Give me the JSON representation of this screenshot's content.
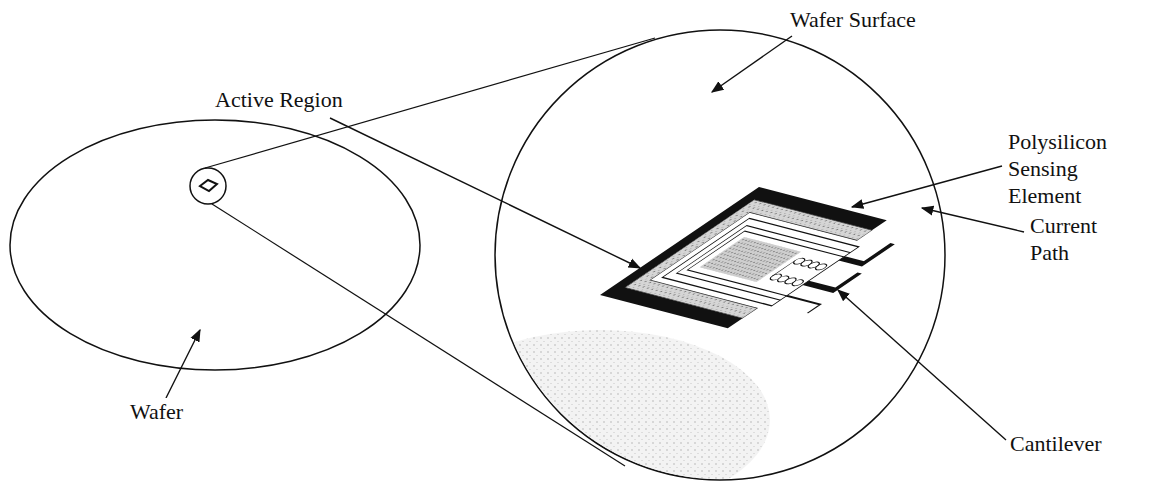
{
  "diagram": {
    "labels": [
      "Active Region",
      "Wafer Surface",
      "Polysilicon Sensing Element",
      "Current Path",
      "Cantilever",
      "Wafer"
    ]
  }
}
